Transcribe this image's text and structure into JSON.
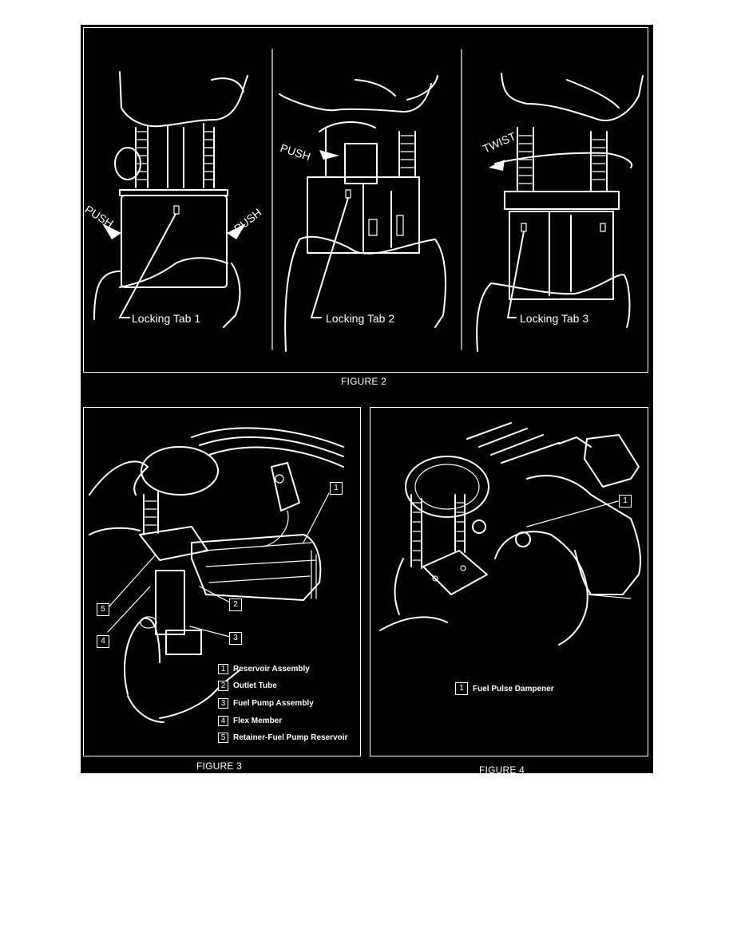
{
  "figure2": {
    "caption": "FIGURE 2",
    "panels": [
      {
        "push_labels": [
          "PUSH",
          "PUSH"
        ],
        "tab_label": "Locking Tab 1"
      },
      {
        "push_labels": [
          "PUSH"
        ],
        "tab_label": "Locking Tab 2"
      },
      {
        "twist_label": "TWIST",
        "tab_label": "Locking Tab 3"
      }
    ]
  },
  "figure3": {
    "caption": "FIGURE 3",
    "callouts": [
      "1",
      "2",
      "3",
      "4",
      "5"
    ],
    "legend": [
      {
        "num": "1",
        "label": "Reservoir Assembly"
      },
      {
        "num": "2",
        "label": "Outlet Tube"
      },
      {
        "num": "3",
        "label": "Fuel Pump Assembly"
      },
      {
        "num": "4",
        "label": "Flex Member"
      },
      {
        "num": "5",
        "label": "Retainer-Fuel Pump Reservoir"
      }
    ]
  },
  "figure4": {
    "caption": "FIGURE 4",
    "callouts": [
      "1"
    ],
    "legend": [
      {
        "num": "1",
        "label": "Fuel Pulse Dampener"
      }
    ]
  }
}
